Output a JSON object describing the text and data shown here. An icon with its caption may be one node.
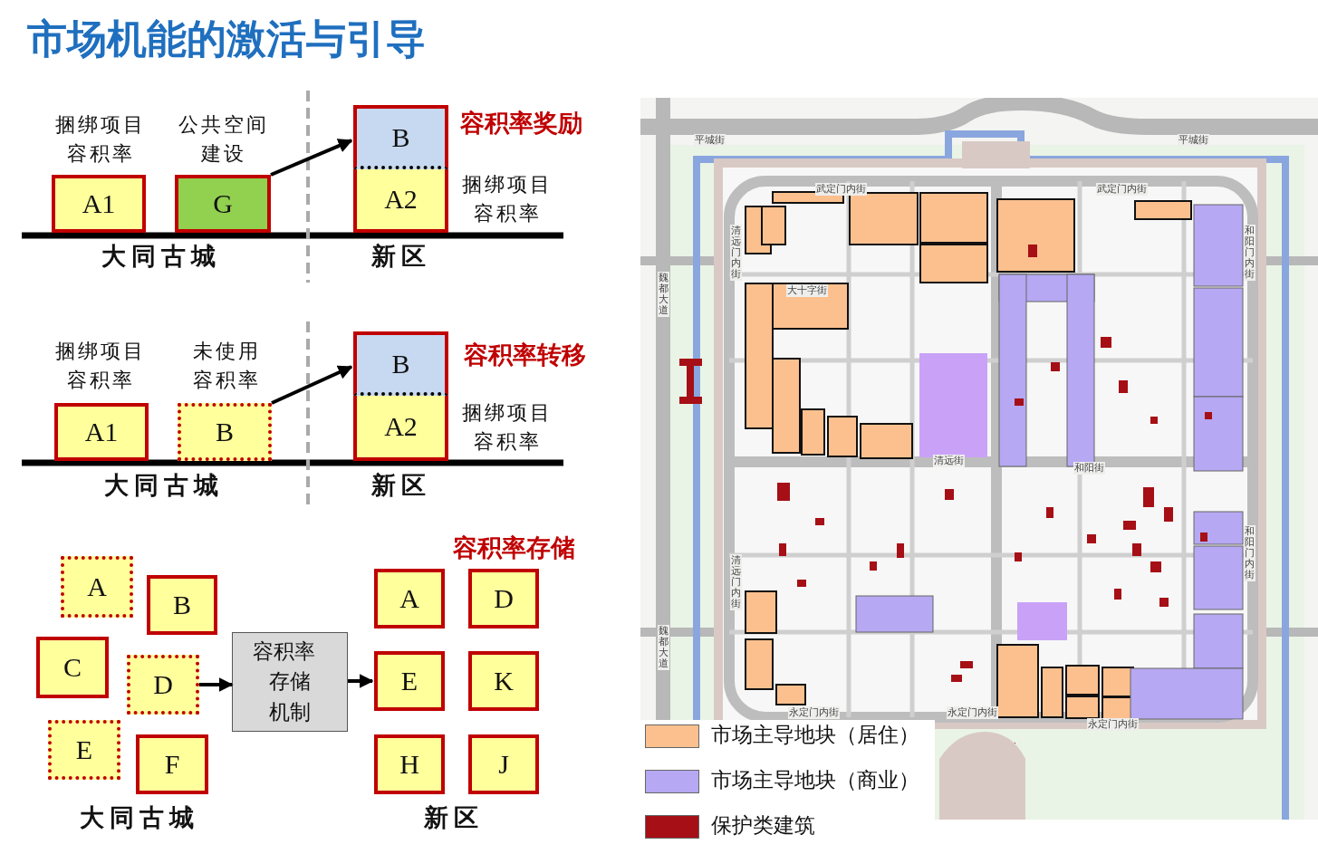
{
  "diagram": {
    "title": "市场机能的激活与引导",
    "nodes": [
      {
        "text": [
          "A1"
        ],
        "beside": [
          "捆绑项目容积率"
        ]
      },
      {
        "text": [
          "G"
        ],
        "beside": [
          "公共空间建设"
        ]
      },
      {
        "text": [
          "B"
        ]
      },
      {
        "text": [
          "A2"
        ],
        "beside": [
          "捆绑项目容积率"
        ]
      },
      {
        "text": [
          "A1"
        ],
        "beside": [
          "捆绑项目容积率"
        ]
      },
      {
        "text": [
          "B"
        ],
        "beside": [
          "未使用容积率"
        ]
      },
      {
        "text": [
          "B"
        ]
      },
      {
        "text": [
          "A2"
        ],
        "beside": [
          "捆绑项目容积率"
        ]
      },
      {
        "text": [
          "A"
        ]
      },
      {
        "text": [
          "B"
        ]
      },
      {
        "text": [
          "C"
        ]
      },
      {
        "text": [
          "D"
        ]
      },
      {
        "text": [
          "E"
        ]
      },
      {
        "text": [
          "F"
        ]
      },
      {
        "text": [
          "容积率存储机制"
        ]
      },
      {
        "text": [
          "A"
        ]
      },
      {
        "text": [
          "D"
        ]
      },
      {
        "text": [
          "E"
        ]
      },
      {
        "text": [
          "K"
        ]
      },
      {
        "text": [
          "H"
        ]
      },
      {
        "text": [
          "J"
        ]
      }
    ],
    "edges": [
      {
        "from": 1,
        "to": 2,
        "arrow": "to"
      },
      {
        "from": 5,
        "to": 6,
        "arrow": "to"
      },
      {
        "from": 11,
        "to": 14,
        "arrow": "to"
      },
      {
        "from": 14,
        "to": 17,
        "arrow": "to"
      }
    ],
    "labels": [
      "容积率奖励",
      "大同古城",
      "新区",
      "容积率转移",
      "大同古城",
      "新区",
      "容积率存储",
      "大同古城",
      "新区",
      "平城街",
      "平城街",
      "武定门内街",
      "武定门内街",
      "魏都大道",
      "魏都大道",
      "清远门内街",
      "和阳门内街",
      "大十字街",
      "清远街",
      "和阳街",
      "清远门内街",
      "和阳门内街",
      "永定门内街",
      "永定门内街",
      "永定门内街"
    ],
    "legend": [
      {
        "text": "市场主导地块（居住）",
        "color": "#fbc08e"
      },
      {
        "text": "市场主导地块（商业）",
        "color": "#b6a8f2"
      },
      {
        "text": "保护类建筑",
        "color": "#a50f15"
      }
    ]
  }
}
